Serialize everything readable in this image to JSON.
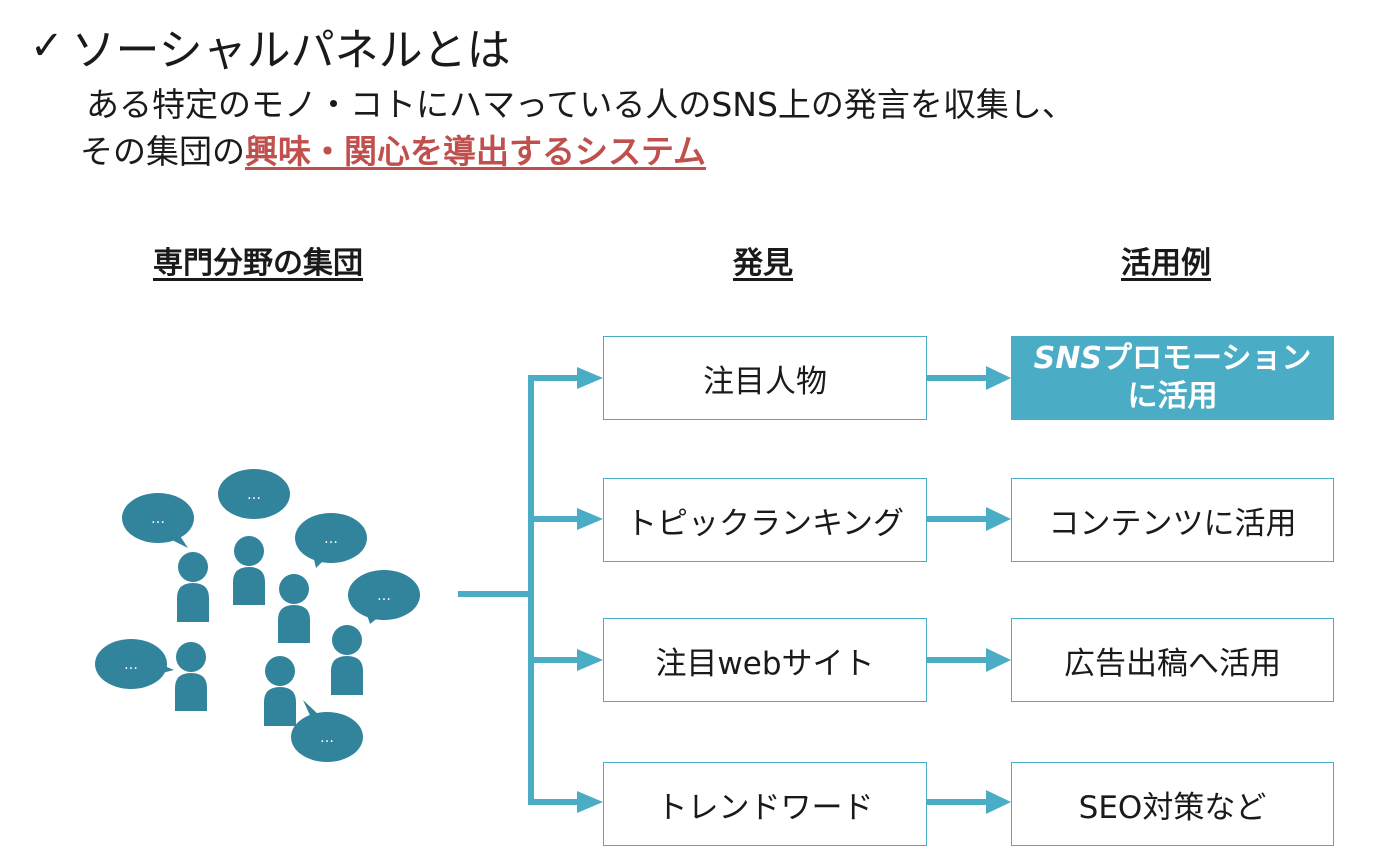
{
  "title": {
    "check": "✓",
    "text": "ソーシャルパネルとは"
  },
  "description": {
    "line1": "ある特定のモノ・コトにハマっている人のSNS上の発言を収集し、",
    "line2_prefix": "その集団の",
    "line2_highlight": "興味・関心を導出するシステム"
  },
  "columns": {
    "group": "専門分野の集団",
    "discovery": "発見",
    "usage": "活用例"
  },
  "discoveries": [
    "注目人物",
    "トピックランキング",
    "注目webサイト",
    "トレンドワード"
  ],
  "usages": [
    {
      "line1_italic": "SNS",
      "line1_rest": "プロモーション",
      "line2": "に活用"
    },
    {
      "text": "コンテンツに活用"
    },
    {
      "text": "広告出稿へ活用"
    },
    {
      "text": "SEO対策など"
    }
  ],
  "bubble_text": "…",
  "colors": {
    "accent": "#4bacc6",
    "person": "#31849b",
    "highlight": "#c0504d"
  },
  "icons": [
    "person-icon",
    "speech-bubble-icon",
    "arrow-right-icon"
  ]
}
